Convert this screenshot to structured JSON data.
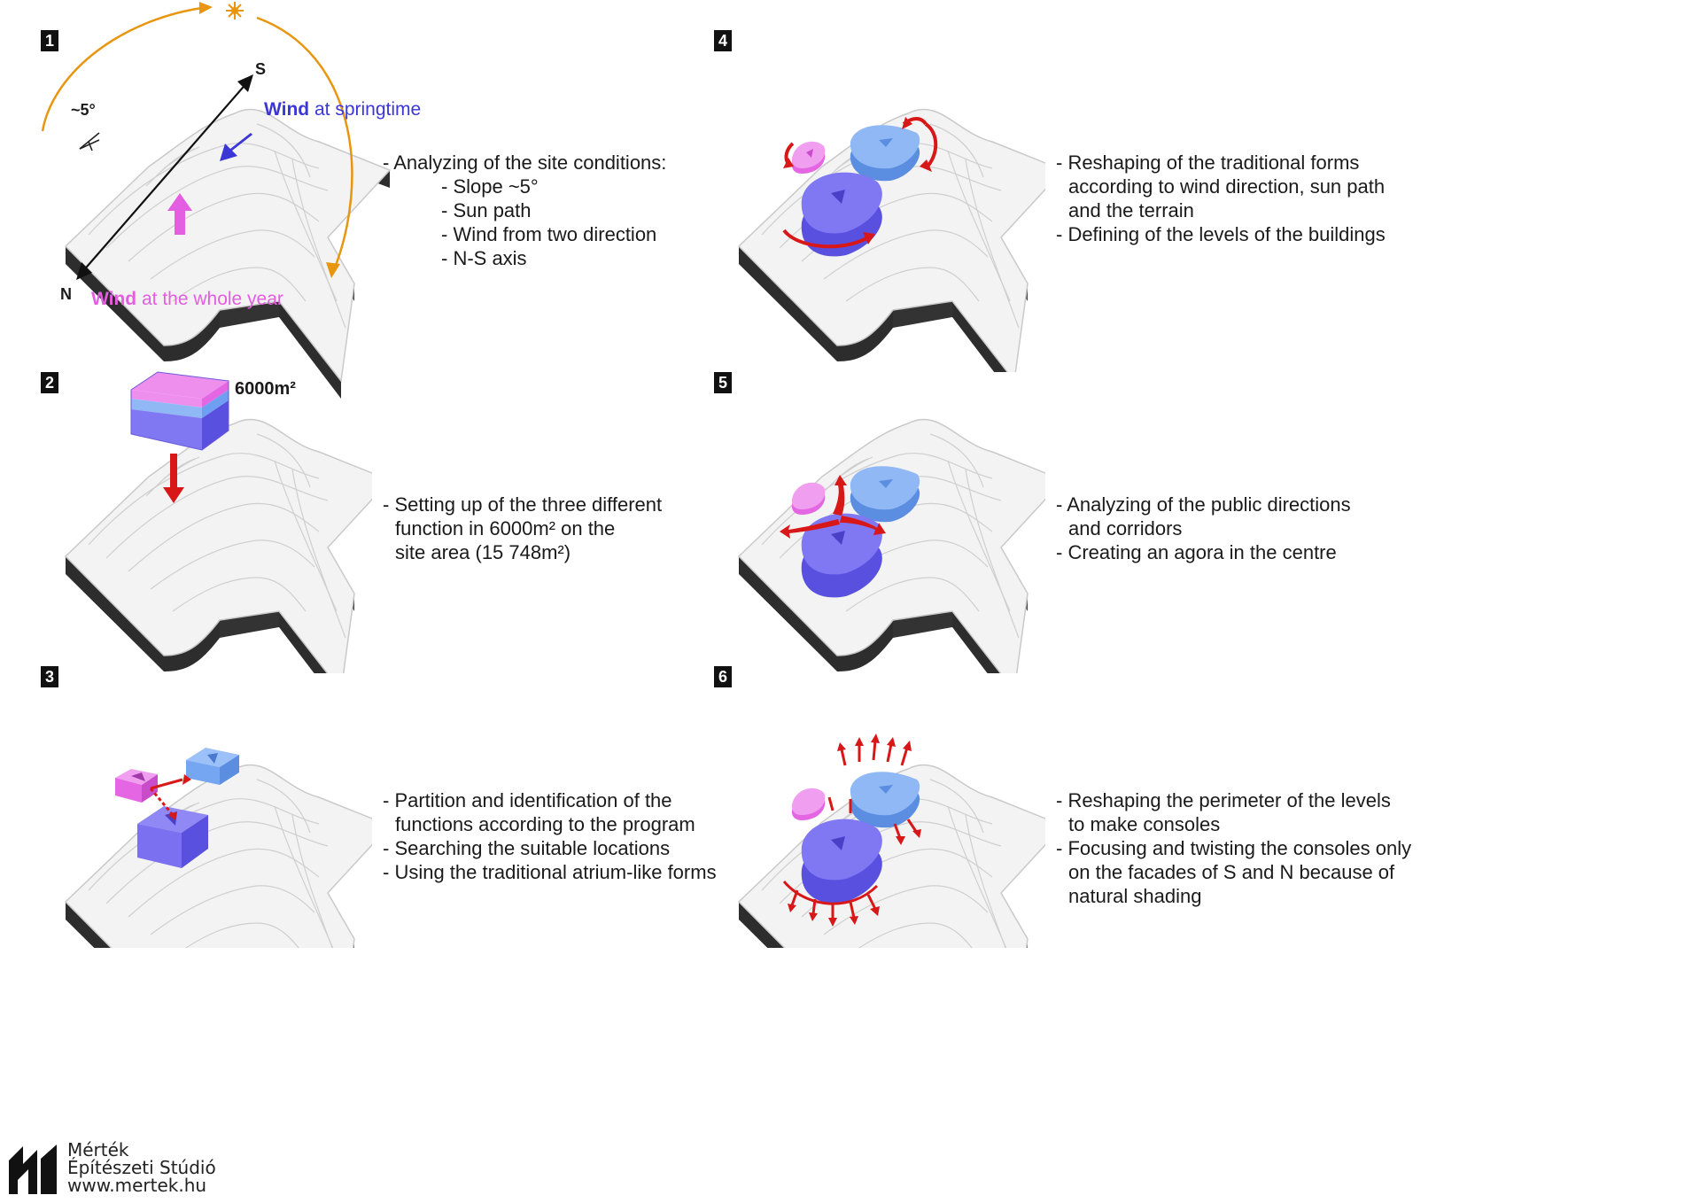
{
  "panels": [
    {
      "number": "1",
      "lines": [
        "- Analyzing of the site conditions:",
        "- Slope ~5°",
        "- Sun path",
        "- Wind from two direction",
        "- N-S axis"
      ]
    },
    {
      "number": "2",
      "lines": [
        "- Setting up of the three different",
        "function in 6000m² on the",
        "site area (15 748m²)"
      ]
    },
    {
      "number": "3",
      "lines": [
        "- Partition and identification of the",
        "functions according to the program",
        "- Searching the suitable locations",
        "- Using the traditional atrium-like forms"
      ]
    },
    {
      "number": "4",
      "lines": [
        "- Reshaping of the traditional forms",
        "according to wind direction, sun path",
        "and the terrain",
        "- Defining of the levels of the buildings"
      ]
    },
    {
      "number": "5",
      "lines": [
        "- Analyzing of the public directions",
        "and corridors",
        "- Creating an agora in the centre"
      ]
    },
    {
      "number": "6",
      "lines": [
        "- Reshaping the perimeter of the levels",
        "to make consoles",
        "- Focusing and twisting the consoles only",
        "on the facades of S and N because of",
        "natural shading"
      ]
    }
  ],
  "labels": {
    "slope": "~5°",
    "south": "S",
    "north": "N",
    "wind_spring_bold": "Wind",
    "wind_spring_rest": " at springtime",
    "wind_year_bold": "Wind",
    "wind_year_rest": " at the whole year",
    "area": "6000m²"
  },
  "logo": {
    "line1": "Mérték",
    "line2": "Építészeti Stúdió",
    "line3": "www.mertek.hu"
  },
  "colors": {
    "magenta": "#e35ee0",
    "blue_light": "#74a6f2",
    "blue_violet": "#6b5ef0",
    "red": "#d81818",
    "orange": "#e8950f",
    "wind_blue": "#3b36d6"
  }
}
